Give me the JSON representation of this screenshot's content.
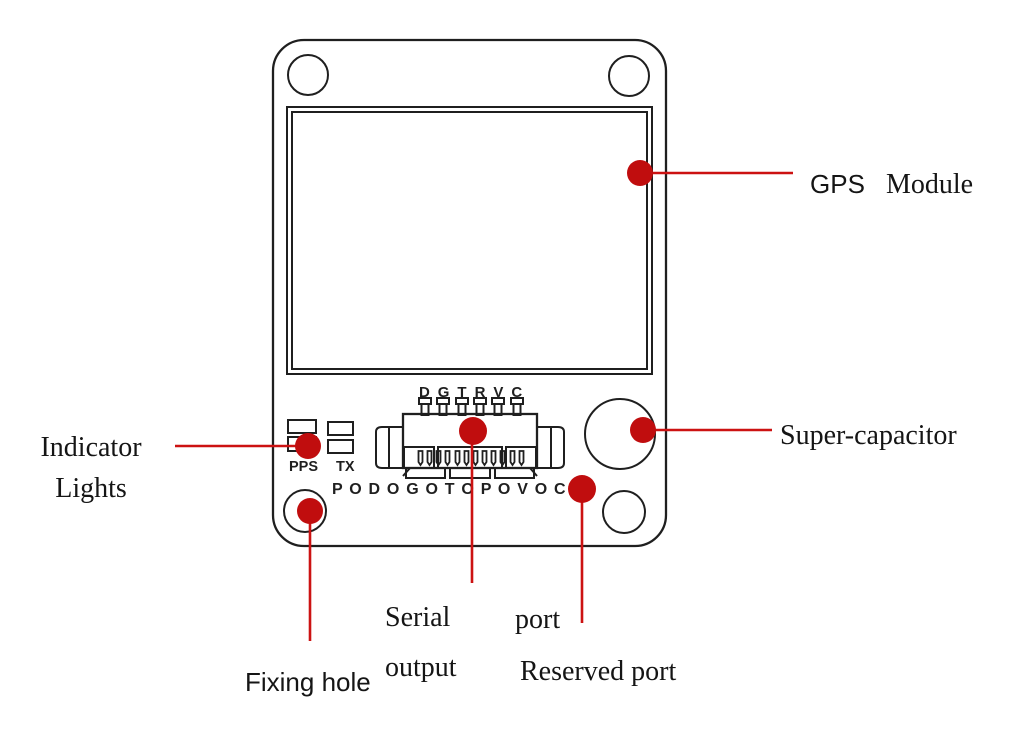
{
  "diagram": {
    "silkscreen": {
      "top_pin_labels": "D G T R V C",
      "bottom_pad_labels": "P O D O G O T O P O V O C",
      "led_label_left": "PPS",
      "led_label_right": "TX"
    },
    "callouts": {
      "gps_module_word1": "GPS",
      "gps_module_word2": "Module",
      "super_capacitor": "Super-capacitor",
      "indicator_lights_line1": "Indicator",
      "indicator_lights_line2": "Lights",
      "serial_word1": "Serial",
      "serial_word2": "output",
      "serial_word3": "port",
      "reserved_port": "Reserved port",
      "fixing_hole": "Fixing hole"
    },
    "colors": {
      "callout_red": "#c00d0e",
      "outline_black": "#1f1f1f",
      "background": "#ffffff"
    }
  }
}
